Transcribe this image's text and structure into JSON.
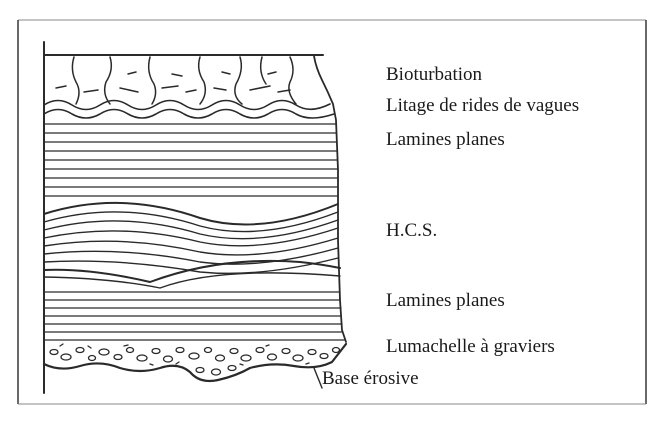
{
  "diagram": {
    "labels": {
      "bioturbation": "Bioturbation",
      "rides": "Litage de rides de vagues",
      "lamines_top": "Lamines planes",
      "hcs": "H.C.S.",
      "lamines_bottom": "Lamines planes",
      "lumachelle": "Lumachelle à graviers",
      "base": "Base érosive"
    },
    "colors": {
      "ink": "#2a2a2a",
      "paper": "#ffffff",
      "frame": "#444444"
    }
  }
}
